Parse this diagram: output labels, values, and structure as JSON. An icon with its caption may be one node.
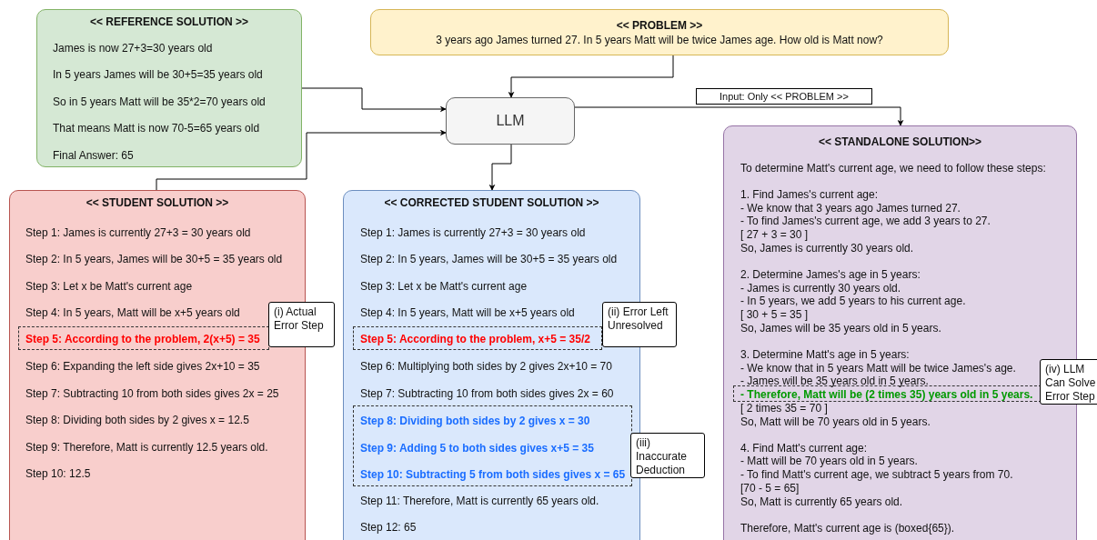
{
  "diagram": {
    "nodes": [
      {
        "text": [
          "<< REFERENCE SOLUTION >>",
          "James is now 27+3=30 years old",
          "In 5 years James will be 30+5=35 years old",
          "So in 5 years Matt will be 35*2=70 years old",
          "That means Matt is now 70-5=65 years old",
          "Final Answer: 65"
        ]
      },
      {
        "text": [
          "<< PROBLEM >>",
          "3 years ago James turned 27. In 5 years Matt will be twice James age. How old is Matt now?"
        ]
      },
      {
        "text": [
          "LLM"
        ]
      },
      {
        "text": [
          "<< STUDENT SOLUTION >>",
          "Step 1: James is currently 27+3 = 30 years old",
          "Step 2: In 5 years, James will be 30+5 = 35 years old",
          "Step 3: Let x be Matt's current age",
          "Step 4: In 5 years, Matt will be x+5 years old",
          "Step 6: Expanding the left side gives 2x+10 = 35",
          "Step 7: Subtracting 10 from both sides gives 2x = 25",
          "Step 8: Dividing both sides by 2 gives x = 12.5",
          "Step 9: Therefore, Matt is currently 12.5 years old.",
          "Step 10: 12.5"
        ]
      },
      {
        "text": [
          "Step 5: According to the problem, 2(x+5) = 35"
        ],
        "in": 3
      },
      {
        "text": [
          "(i) Actual Error Step"
        ]
      },
      {
        "text": [
          "<< CORRECTED STUDENT SOLUTION >>",
          "Step 1: James is currently 27+3 = 30 years old",
          "Step 2: In 5 years, James will be 30+5 = 35 years old",
          "Step 3: Let x be Matt's current age",
          "Step 4: In 5 years, Matt will be x+5 years old",
          "Step 6: Multiplying both sides by 2 gives 2x+10 = 70",
          "Step 7: Subtracting 10 from both sides gives 2x = 60",
          "Step 11: Therefore, Matt is currently 65 years old.",
          "Step 12: 65"
        ]
      },
      {
        "text": [
          "Step 5: According to the problem, x+5 = 35/2"
        ],
        "in": 6
      },
      {
        "text": [
          "(ii) Error Left Unresolved"
        ]
      },
      {
        "text": [
          "Step 8: Dividing both sides by 2 gives x = 30",
          "Step 9: Adding 5 to both sides gives x+5 = 35",
          "Step 10: Subtracting 5 from both sides gives x = 65"
        ],
        "in": 6
      },
      {
        "text": [
          "(iii) Inaccurate Deduction"
        ]
      },
      {
        "text": [
          "<< STANDALONE SOLUTION>>",
          "To determine Matt's current age, we need to follow these steps:",
          "1. Find James's current age:",
          "- We know that 3 years ago James turned 27.",
          "- To find James's current age, we add 3 years to 27.",
          "[ 27 + 3 = 30 ]",
          "So, James is currently 30 years old.",
          "2. Determine James's age in 5 years:",
          "- James is currently 30 years old.",
          "- In 5 years, we add 5 years to his current age.",
          "[ 30 + 5 = 35 ]",
          "So, James will be 35 years old in 5 years.",
          "3. Determine Matt's age in 5 years:",
          "- We know that in 5 years Matt will be twice James's age.",
          "- James will be 35 years old in 5 years.",
          "[ 2 times 35 = 70 ]",
          "So, Matt will be 70 years old in 5 years.",
          "4. Find Matt's current age:",
          "- Matt will be 70 years old in 5 years.",
          "- To find Matt's current age, we subtract 5 years from 70.",
          "[70 - 5 = 65]",
          "So, Matt is currently 65 years old.",
          "Therefore, Matt's current age is (boxed{65})."
        ]
      },
      {
        "text": [
          "- Therefore, Matt will be (2 times 35) years old in 5 years."
        ],
        "in": 11
      },
      {
        "text": [
          "(iv) LLM Can Solve Error Step"
        ]
      }
    ],
    "edges": [
      {
        "from": 0,
        "to": 2,
        "arrow": "to"
      },
      {
        "from": 1,
        "to": 2,
        "arrow": "to"
      },
      {
        "from": 3,
        "to": 2,
        "arrow": "to"
      },
      {
        "from": 2,
        "to": 6,
        "arrow": "to"
      },
      {
        "from": 2,
        "to": 11,
        "arrow": "to",
        "label": "Input: Only << PROBLEM >>"
      }
    ]
  }
}
